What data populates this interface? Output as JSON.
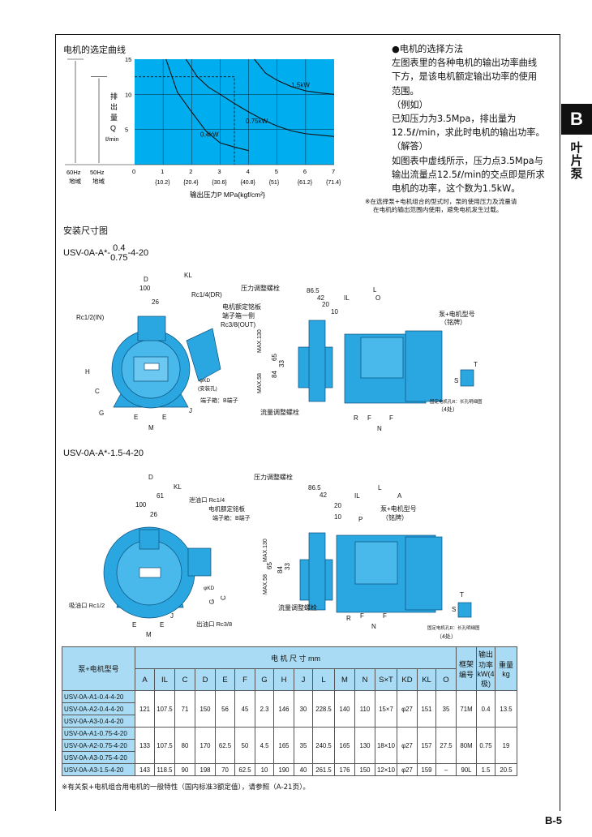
{
  "page": {
    "section_tab": "B",
    "section_name": "叶片泵",
    "page_number": "B-5"
  },
  "chart_data": {
    "type": "line",
    "title": "电机的选定曲线",
    "xlabel": "输出压力P MPa{kgf/cm²}",
    "ylabel": [
      "排",
      "出",
      "量",
      "Q",
      "ℓ/min"
    ],
    "xlim": [
      0,
      7
    ],
    "ylim": [
      0,
      15
    ],
    "xticks": [
      "0",
      "1",
      "2",
      "3",
      "4",
      "5",
      "6",
      "7"
    ],
    "xticks_kgf": [
      "{10.2}",
      "{20.4}",
      "{30.6}",
      "{40.8}",
      "{51}",
      "{61.2}",
      "{71.4}"
    ],
    "yticks": [
      "5",
      "10",
      "15"
    ],
    "grid": true,
    "series": [
      {
        "name": "0.4kW",
        "x": [
          1.1,
          1.5,
          2,
          2.5,
          3,
          3.5,
          4
        ],
        "y": [
          15,
          10.3,
          7.5,
          4.8,
          3.1,
          2.5,
          2
        ]
      },
      {
        "name": "0.75kW",
        "x": [
          1.8,
          2.2,
          2.6,
          3,
          3.5,
          4,
          4.5,
          5,
          5.5,
          6,
          6.5,
          7
        ],
        "y": [
          15,
          12.5,
          11,
          10,
          8.7,
          7.5,
          6.4,
          5.5,
          4.8,
          4.4,
          4.2,
          4
        ]
      },
      {
        "name": "1.5kW",
        "x": [
          4.2,
          4.6,
          5,
          5.5,
          6,
          6.5,
          7
        ],
        "y": [
          15,
          13,
          12,
          11.1,
          10.5,
          10.2,
          10
        ]
      }
    ],
    "example": {
      "pressure": 3.5,
      "flow": 12.5
    },
    "region_labels": [
      {
        "label": "60Hz",
        "sub": "地域",
        "ymax": 15
      },
      {
        "label": "50Hz",
        "sub": "地域",
        "ymax": 12.5
      }
    ]
  },
  "description": {
    "heading": "●电机的选择方法",
    "lines": [
      "左图表里的各种电机的输出功率曲线",
      "下方，是该电机额定输出功率的使用",
      "范围。",
      "（例如）",
      "已知压力为3.5Mpa，排出量为",
      "12.5ℓ/min，求此时电机的输出功率。",
      "（解答）",
      "如图表中虚线所示，压力点3.5Mpa与",
      "输出流量点12.5ℓ/min的交点即是所求",
      "电机的功率，这个数为1.5kW。"
    ],
    "note": [
      "※在选择泵+电机组合的型式时，泵的使用压力及流量请",
      "在电机的输出范围内使用，避免电机发生过载。"
    ]
  },
  "install": {
    "title": "安装尺寸图",
    "model1": {
      "prefix": "USV-0A-A*-",
      "top": "0.4",
      "bottom": "0.75",
      "suffix": "-4-20"
    },
    "model2": "USV-0A-A*-1.5-4-20",
    "d1": {
      "D": "D",
      "KL": "KL",
      "d100": "100",
      "d26": "26",
      "rc14": "Rc1/4(DR)",
      "rc12": "Rc1/2(IN)",
      "plate": "电机额定铭板",
      "box_side": "端子箱一侧",
      "rc38": "Rc3/8(OUT)",
      "kd": "φKD",
      "kd2": "(安装孔)",
      "terminal": "端子箱：B端子",
      "H": "H",
      "C": "C",
      "G": "G",
      "E1": "E",
      "E2": "E",
      "M": "M",
      "J": "J",
      "pressure_bolt": "压力调整螺栓",
      "flow_bolt": "流量调整螺栓",
      "d865": "86.5",
      "d42": "42",
      "d20": "20",
      "d10": "10",
      "IL": "IL",
      "L": "L",
      "O": "O",
      "max130": "MAX.130",
      "max58": "MAX.58",
      "d65": "65",
      "d33": "33",
      "d84": "84",
      "R": "R",
      "F1": "F",
      "F2": "F",
      "N": "N",
      "nameplate": "泵+电机型号",
      "nameplate2": "（铭牌）",
      "S": "S",
      "T": "T",
      "hole": "固定电机孔R：长孔明细图",
      "hole2": "（4处）"
    },
    "d2": {
      "D": "D",
      "KL": "KL",
      "d61": "61",
      "d100": "100",
      "d26": "26",
      "drain": "泄油口 Rc1/4",
      "plate": "电机额定铭板",
      "terminal": "端子箱：B端子",
      "kd": "φKD",
      "C": "C",
      "G": "G",
      "J": "J",
      "E1": "E",
      "E2": "E",
      "M": "M",
      "suction": "吸油口 Rc1/2",
      "outlet": "出油口 Rc3/8",
      "pressure_bolt": "压力调整螺栓",
      "flow_bolt": "流量调整螺栓",
      "d865": "86.5",
      "d42": "42",
      "d20": "20",
      "d10": "10",
      "IL": "IL",
      "L": "L",
      "A": "A",
      "P": "P",
      "max130": "MAX.130",
      "max58": "MAX.58",
      "d65": "65",
      "d84": "84",
      "d33": "33",
      "R": "R",
      "F1": "F",
      "F2": "F",
      "N": "N",
      "nameplate": "泵+电机型号",
      "nameplate2": "（铭牌）",
      "S": "S",
      "T": "T",
      "hole": "固定电机孔R：长孔明细图",
      "hole2": "（4处）"
    }
  },
  "table": {
    "model_header": "泵+电机型号",
    "dim_header": "电 机 尺 寸 mm",
    "dim_cols": [
      "A",
      "IL",
      "C",
      "D",
      "E",
      "F",
      "G",
      "H",
      "J",
      "L",
      "M",
      "N",
      "S×T",
      "KD",
      "KL",
      "O"
    ],
    "frame_header": "框架编号",
    "power_header": "输出功率kW(4极)",
    "weight_header": "重量kg",
    "groups": [
      {
        "models": [
          "USV-0A-A1-0.4-4-20",
          "USV-0A-A2-0.4-4-20",
          "USV-0A-A3-0.4-4-20"
        ],
        "values": [
          "121",
          "107.5",
          "71",
          "150",
          "56",
          "45",
          "2.3",
          "146",
          "30",
          "228.5",
          "140",
          "110",
          "15×7",
          "φ27",
          "151",
          "35",
          "71M",
          "0.4",
          "13.5"
        ]
      },
      {
        "models": [
          "USV-0A-A1-0.75-4-20",
          "USV-0A-A2-0.75-4-20",
          "USV-0A-A3-0.75-4-20"
        ],
        "values": [
          "133",
          "107.5",
          "80",
          "170",
          "62.5",
          "50",
          "4.5",
          "165",
          "35",
          "240.5",
          "165",
          "130",
          "18×10",
          "φ27",
          "157",
          "27.5",
          "80M",
          "0.75",
          "19"
        ]
      },
      {
        "models": [
          "USV-0A-A3-1.5-4-20"
        ],
        "values": [
          "143",
          "118.5",
          "90",
          "198",
          "70",
          "62.5",
          "10",
          "190",
          "40",
          "261.5",
          "176",
          "150",
          "12×10",
          "φ27",
          "159",
          "–",
          "90L",
          "1.5",
          "20.5"
        ]
      }
    ],
    "note": "※有关泵+电机组合用电机的一般特性（国内标准3额定值），请参照（A-21页）。"
  }
}
